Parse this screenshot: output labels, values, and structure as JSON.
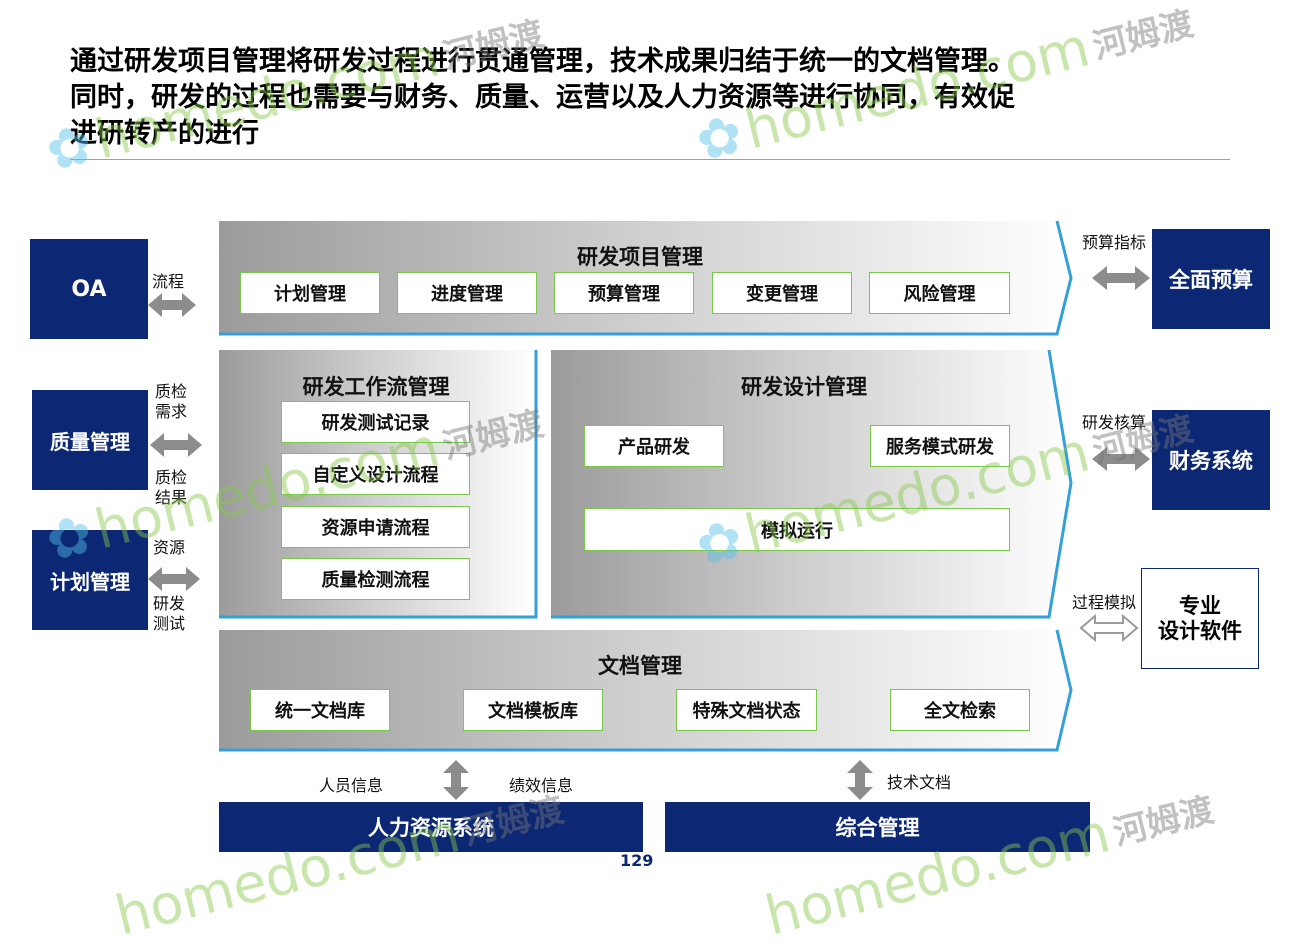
{
  "title": "通过研发项目管理将研发过程进行贯通管理，技术成果归结于统一的文档管理。同时，研发的过程也需要与财务、质量、运营以及人力资源等进行协同，有效促进研转产的进行",
  "left_systems": {
    "oa": "OA",
    "quality": "质量管理",
    "plan": "计划管理"
  },
  "right_systems": {
    "budget": "全面预算",
    "finance": "财务系统",
    "design_software": "专业\n设计软件"
  },
  "bottom_systems": {
    "hr": "人力资源系统",
    "general": "综合管理"
  },
  "arrow_labels": {
    "flow": "流程",
    "quality_demand": "质检\n需求",
    "quality_result": "质检\n结果",
    "resource": "资源",
    "rd_test": "研发\n测试",
    "budget_index": "预算指标",
    "rd_accounting": "研发核算",
    "process_sim": "过程模拟",
    "personnel_info": "人员信息",
    "performance_info": "绩效信息",
    "tech_docs": "技术文档"
  },
  "project_mgmt": {
    "title": "研发项目管理",
    "items": [
      "计划管理",
      "进度管理",
      "预算管理",
      "变更管理",
      "风险管理"
    ]
  },
  "workflow_mgmt": {
    "title": "研发工作流管理",
    "items": [
      "研发测试记录",
      "自定义设计流程",
      "资源申请流程",
      "质量检测流程"
    ]
  },
  "design_mgmt": {
    "title": "研发设计管理",
    "items": [
      "产品研发",
      "服务模式研发",
      "模拟运行"
    ]
  },
  "doc_mgmt": {
    "title": "文档管理",
    "items": [
      "统一文档库",
      "文档模板库",
      "特殊文档状态",
      "全文检索"
    ]
  },
  "page_number": "129",
  "watermark": {
    "brand": "homedo.com",
    "cn": "河姆渡"
  },
  "colors": {
    "navy": "#0c2874",
    "item_border": "#79c74b",
    "panel_edge": "#33a0d8"
  }
}
